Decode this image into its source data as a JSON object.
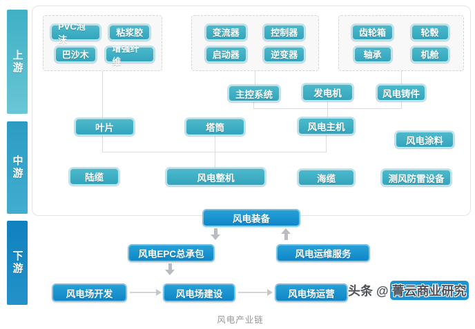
{
  "caption": "风电产业链",
  "watermark": {
    "prefix": "头条 @",
    "name": "菁云商业研究"
  },
  "stages": [
    {
      "label": "上游"
    },
    {
      "label": "中游"
    },
    {
      "label": "下游"
    }
  ],
  "groups": {
    "blade_materials": {
      "items": [
        "PVC泡沫",
        "粘浆胶",
        "巴沙木",
        "增强纤维"
      ]
    },
    "electrical": {
      "items": [
        "变流器",
        "控制器",
        "启动器",
        "逆变器"
      ]
    },
    "drivetrain": {
      "items": [
        "齿轮箱",
        "轮毂",
        "轴承",
        "机舱"
      ]
    }
  },
  "nodes": {
    "main_control": "主控系统",
    "generator": "发电机",
    "castings": "风电铸件",
    "blade": "叶片",
    "tower": "塔筒",
    "main_unit": "风电主机",
    "coatings": "风电涂料",
    "land_cable": "陆缆",
    "turbine": "风电整机",
    "sea_cable": "海缆",
    "lightning": "测风防雷设备",
    "equipment": "风电装备",
    "epc": "风电EPC总承包",
    "om": "风电运维服务",
    "dev": "风电场开发",
    "construction": "风电场建设",
    "operation": "风电场运营"
  },
  "colors": {
    "teal": "#3aaec3",
    "blue": "#1289cb",
    "line": "#dcdcdc",
    "arrow": "#b9bdc2"
  }
}
